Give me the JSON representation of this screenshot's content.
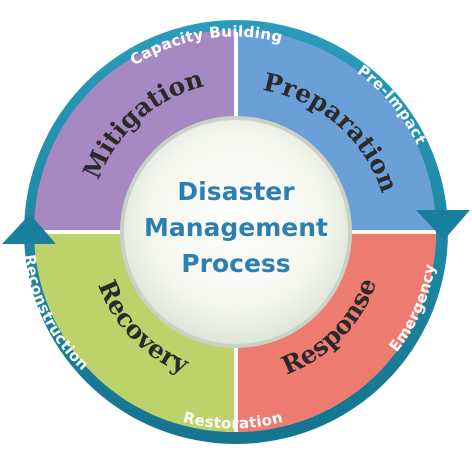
{
  "center": {
    "line1": "Disaster",
    "line2": "Management",
    "line3": "Process"
  },
  "quadrants": {
    "mitigation": {
      "label": "Mitigation",
      "color": "#a689c2"
    },
    "preparation": {
      "label": "Preparation",
      "color": "#6a9fd8"
    },
    "response": {
      "label": "Response",
      "color": "#ee7b70"
    },
    "recovery": {
      "label": "Recovery",
      "color": "#bcd26a"
    }
  },
  "ring": {
    "color": "#1f8aa8",
    "labels": {
      "capacity_building": "Capacity Building",
      "pre_impact": "Pre-Impact",
      "emergency": "Emergency",
      "restoration": "Restoration",
      "reconstruction": "Reconstruction"
    }
  }
}
